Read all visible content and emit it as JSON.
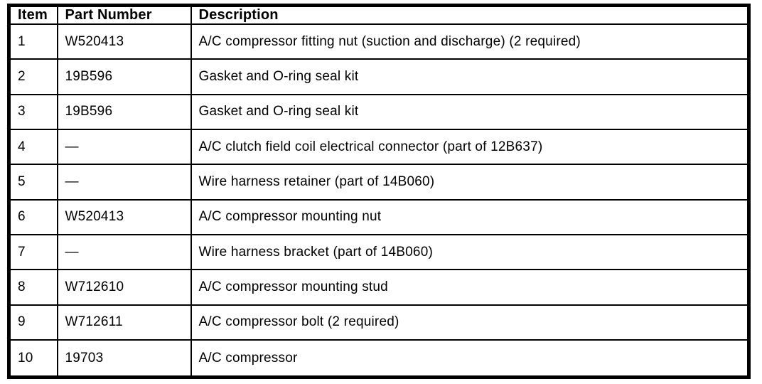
{
  "table": {
    "columns": [
      "Item",
      "Part Number",
      "Description"
    ],
    "rows": [
      {
        "item": "1",
        "part": "W520413",
        "description": "A/C compressor fitting nut (suction and discharge) (2 required)"
      },
      {
        "item": "2",
        "part": "19B596",
        "description": "Gasket and O-ring seal kit"
      },
      {
        "item": "3",
        "part": "19B596",
        "description": "Gasket and O-ring seal kit"
      },
      {
        "item": "4",
        "part": "—",
        "description": "A/C clutch field coil electrical connector (part of 12B637)"
      },
      {
        "item": "5",
        "part": "—",
        "description": "Wire harness retainer (part of 14B060)"
      },
      {
        "item": "6",
        "part": "W520413",
        "description": "A/C compressor mounting nut"
      },
      {
        "item": "7",
        "part": "—",
        "description": "Wire harness bracket (part of 14B060)"
      },
      {
        "item": "8",
        "part": "W712610",
        "description": "A/C compressor mounting stud"
      },
      {
        "item": "9",
        "part": "W712611",
        "description": "A/C compressor bolt (2 required)"
      },
      {
        "item": "10",
        "part": "19703",
        "description": "A/C compressor"
      }
    ],
    "colors": {
      "border": "#000000",
      "text": "#000000",
      "background": "#ffffff"
    }
  }
}
